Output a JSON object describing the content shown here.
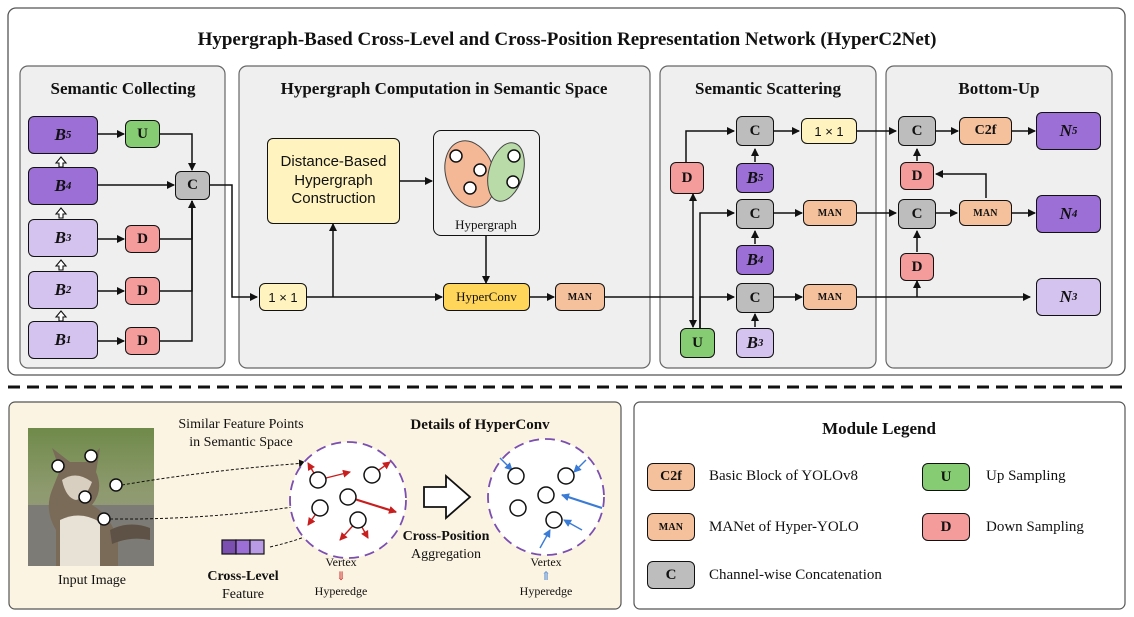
{
  "title": "Hypergraph-Based Cross-Level and Cross-Position Representation Network (HyperC2Net)",
  "panels": {
    "collect": "Semantic Collecting",
    "hgc": "Hypergraph Computation in Semantic Space",
    "scatter": "Semantic Scattering",
    "bottomup": "Bottom-Up"
  },
  "nodes": {
    "b_letter": "B",
    "n_letter": "N",
    "sub1": "1",
    "sub2": "2",
    "sub3": "3",
    "sub4": "4",
    "sub5": "5",
    "u": "U",
    "d": "D",
    "c": "C",
    "one_by_one": "1 × 1",
    "c2f": "C2f",
    "man": "MAN",
    "hyperconv": "HyperConv",
    "distance_line1": "Distance-Based",
    "distance_line2": "Hypergraph",
    "distance_line3": "Construction",
    "hypergraph": "Hypergraph"
  },
  "details": {
    "similar_line1": "Similar Feature Points",
    "similar_line2": "in Semantic Space",
    "title": "Details of HyperConv",
    "input_image": "Input Image",
    "cross_level": "Cross-Level",
    "feature": "Feature",
    "vertex": "Vertex",
    "down_arrow": "⇓",
    "up_arrow": "⇑",
    "hyperedge": "Hyperedge",
    "cross_position": "Cross-Position",
    "aggregation": "Aggregation"
  },
  "legend": {
    "title": "Module Legend",
    "items": [
      {
        "tag": "C2f",
        "text": "Basic Block of YOLOv8",
        "color": "#f5c19c"
      },
      {
        "tag": "U",
        "text": "Up Sampling",
        "color": "#86cc72"
      },
      {
        "tag": "MAN",
        "text": "MANet of Hyper-YOLO",
        "color": "#f5c19c"
      },
      {
        "tag": "D",
        "text": "Down Sampling",
        "color": "#f49b9b"
      },
      {
        "tag": "C",
        "text": "Channel-wise Concatenation",
        "color": "#bdbdbd"
      }
    ]
  },
  "colors": {
    "purple": "#9b6fd6",
    "light_purple": "#d4c2ef",
    "green": "#86cc72",
    "red": "#f49b9b",
    "gray": "#bdbdbd",
    "orange": "#f5c19c",
    "yellow": "#fff3bf",
    "hyperconv": "#ffd55a",
    "panel": "#efefef",
    "details_bg": "#fcf4e2",
    "arrow_red": "#c81e1e",
    "arrow_blue": "#3a7bd5",
    "dashed_purple": "#7b4fb0"
  },
  "icons": [
    "cat-photo",
    "hypergraph-icon",
    "right-arrow-icon",
    "feature-bar-icon"
  ]
}
